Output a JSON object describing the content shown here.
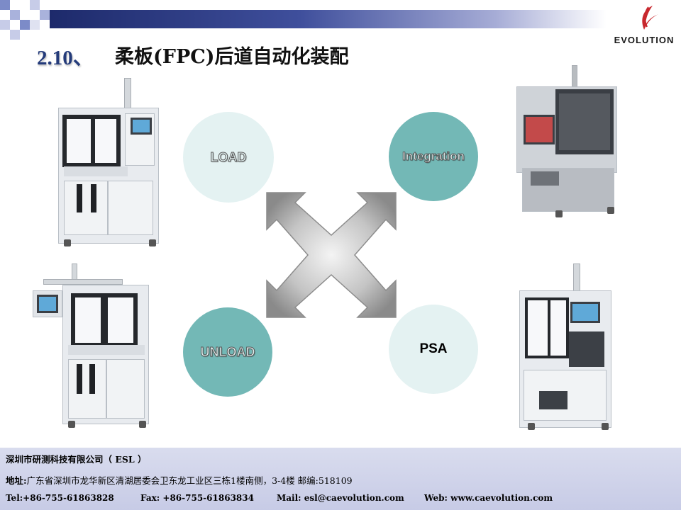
{
  "logo": {
    "text": "EVOLUTION"
  },
  "title": {
    "number": "2.10、",
    "text": "柔板(FPC)后道自动化装配"
  },
  "circles": {
    "load": "LOAD",
    "integration": "Integration",
    "unload": "UNLOAD",
    "psa": "PSA"
  },
  "colors": {
    "teal": "#73b8b6",
    "light_teal": "#e4f2f2",
    "title_blue": "#243b7a"
  },
  "footer": {
    "company": "深圳市研测科技有限公司（ ESL ）",
    "address_label": "地址:",
    "address": "广东省深圳市龙华新区清湖居委会卫东龙工业区三栋1楼南侧，3-4楼 邮编:518109",
    "tel": "Tel:+86-755-61863828",
    "fax": "Fax: +86-755-61863834",
    "mail": "Mail: esl@caevolution.com",
    "web": "Web: www.caevolution.com"
  }
}
